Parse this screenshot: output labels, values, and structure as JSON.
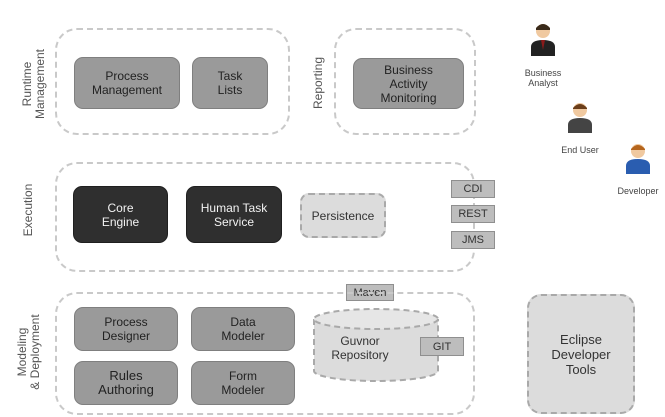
{
  "layers": {
    "runtime_management": "Runtime\nManagement",
    "reporting": "Reporting",
    "execution": "Execution",
    "modeling_deployment": "Modeling\n& Deployment"
  },
  "components": {
    "process_management": "Process\nManagement",
    "task_lists": "Task\nLists",
    "business_activity_monitoring": "Business\nActivity\nMonitoring",
    "core_engine": "Core\nEngine",
    "human_task_service": "Human Task\nService",
    "persistence": "Persistence",
    "process_designer": "Process\nDesigner",
    "data_modeler": "Data\nModeler",
    "rules_authoring": "Rules\nAuthoring",
    "form_modeler": "Form\nModeler",
    "guvnor_repository": "Guvnor\nRepository",
    "eclipse_developer_tools": "Eclipse\nDeveloper\nTools"
  },
  "tags": {
    "cdi": "CDI",
    "rest": "REST",
    "jms": "JMS",
    "maven": "Maven",
    "git": "GIT"
  },
  "actors": {
    "business_analyst": "Business\nAnalyst",
    "end_user": "End User",
    "developer": "Developer"
  },
  "colors": {
    "runtime_box": "#9a9a9a",
    "execution_box": "#2f2f2f",
    "dashed_border": "#c9c9c9",
    "analyst_shirt": "#8a1b1b",
    "developer_shirt": "#2a5db0",
    "end_user_shirt": "#444444"
  }
}
